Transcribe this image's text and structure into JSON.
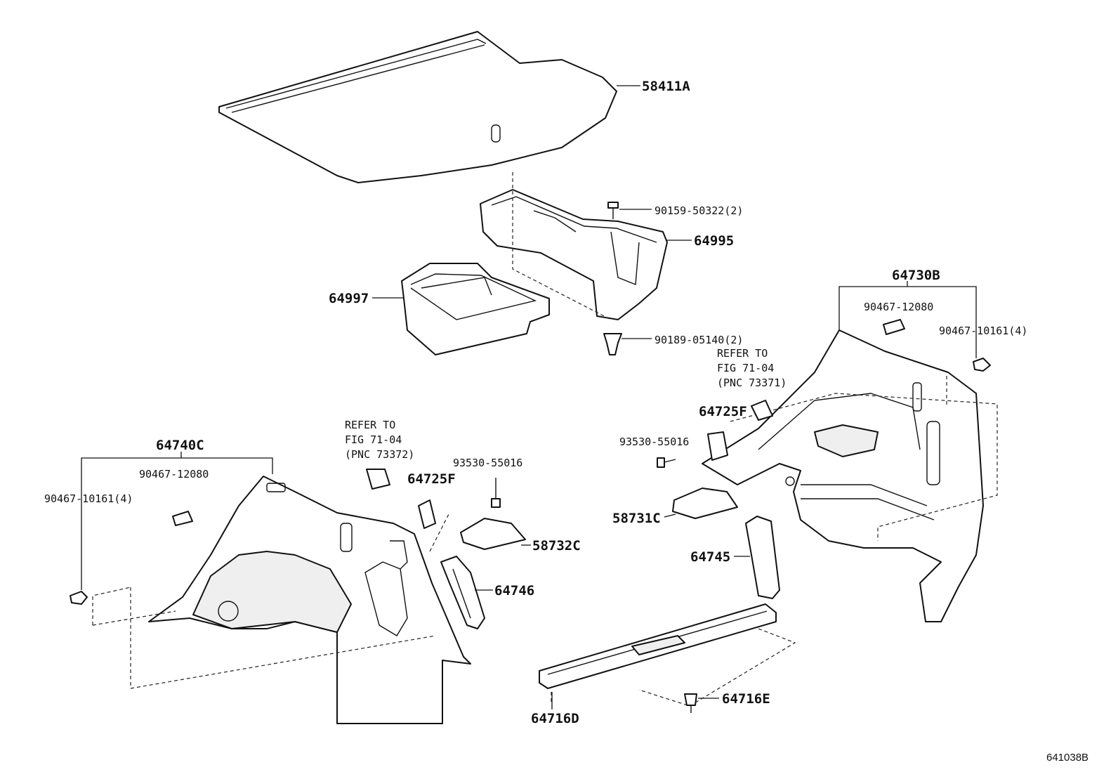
{
  "labels": {
    "p58411A": "58411A",
    "p90159": "90159-50322(2)",
    "p64995": "64995",
    "p64997": "64997",
    "p90189": "90189-05140(2)",
    "p64730B": "64730B",
    "p90467_12080_r": "90467-12080",
    "p90467_10161_r": "90467-10161(4)",
    "refer_r_1": "REFER TO",
    "refer_r_2": "FIG 71-04",
    "refer_r_3": "(PNC 73371)",
    "p64725F_r": "64725F",
    "p93530_r": "93530-55016",
    "p58731C": "58731C",
    "p64745": "64745",
    "p64740C": "64740C",
    "p90467_12080_l": "90467-12080",
    "p90467_10161_l": "90467-10161(4)",
    "refer_l_1": "REFER TO",
    "refer_l_2": "FIG 71-04",
    "refer_l_3": "(PNC 73372)",
    "p93530_l": "93530-55016",
    "p64725F_l": "64725F",
    "p58732C": "58732C",
    "p64746": "64746",
    "p64716D": "64716D",
    "p64716E": "64716E",
    "figure_code": "641038B"
  }
}
